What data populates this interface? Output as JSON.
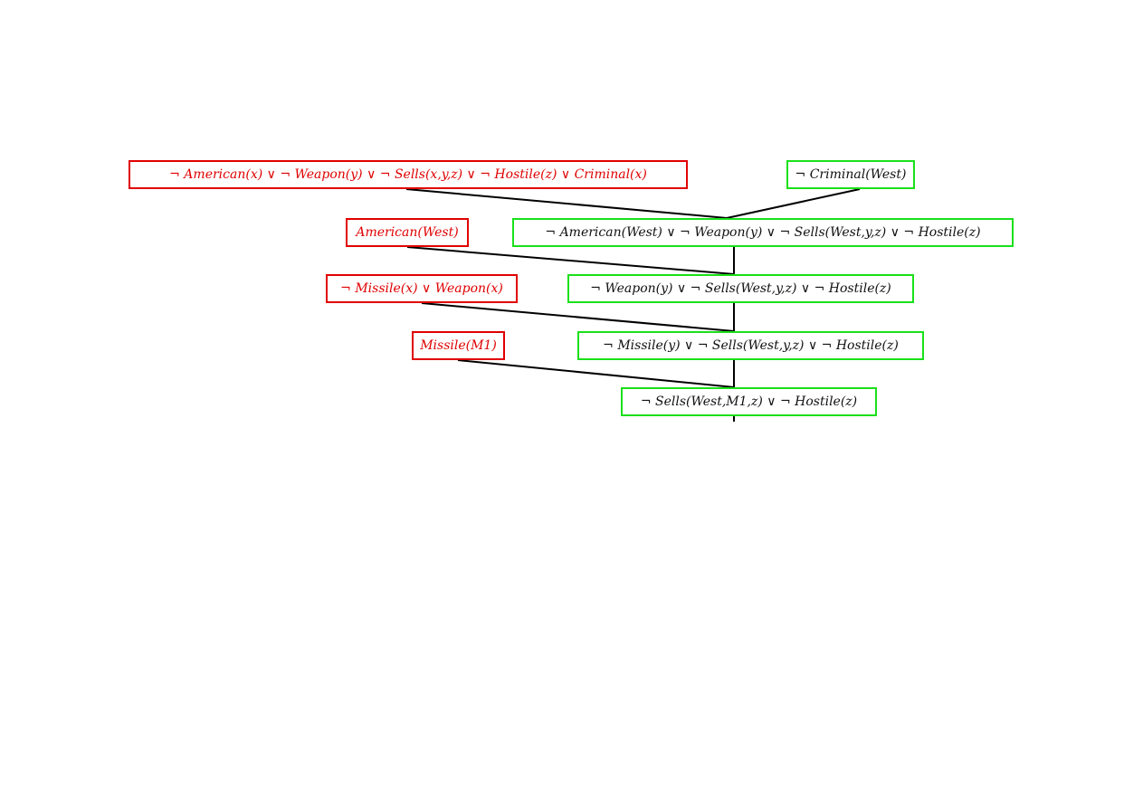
{
  "diagram": {
    "kind": "resolution-proof-tree",
    "colors": {
      "input_clause": "#e00000",
      "derived_clause": "#19e019",
      "edge": "#000000"
    },
    "clauses": {
      "axiom_criminal": "¬ American(x)  ∨ ¬ Weapon(y)  ∨ ¬ Sells(x,y,z)  ∨ ¬ Hostile(z)  ∨ Criminal(x)",
      "goal_neg_criminal": "¬ Criminal(West)",
      "axiom_american": "American(West)",
      "resolvent_1": "¬ American(West)  ∨ ¬ Weapon(y)  ∨ ¬ Sells(West,y,z)  ∨ ¬ Hostile(z)",
      "axiom_missile_weapon": "¬ Missile(x)  ∨ Weapon(x)",
      "resolvent_2": "¬ Weapon(y)  ∨ ¬ Sells(West,y,z)  ∨ ¬ Hostile(z)",
      "fact_missile": "Missile(M1)",
      "resolvent_3": "¬ Missile(y)  ∨ ¬ Sells(West,y,z)  ∨ ¬ Hostile(z)",
      "resolvent_4": "¬ Sells(West,M1,z)  ∨ ¬ Hostile(z)"
    }
  }
}
